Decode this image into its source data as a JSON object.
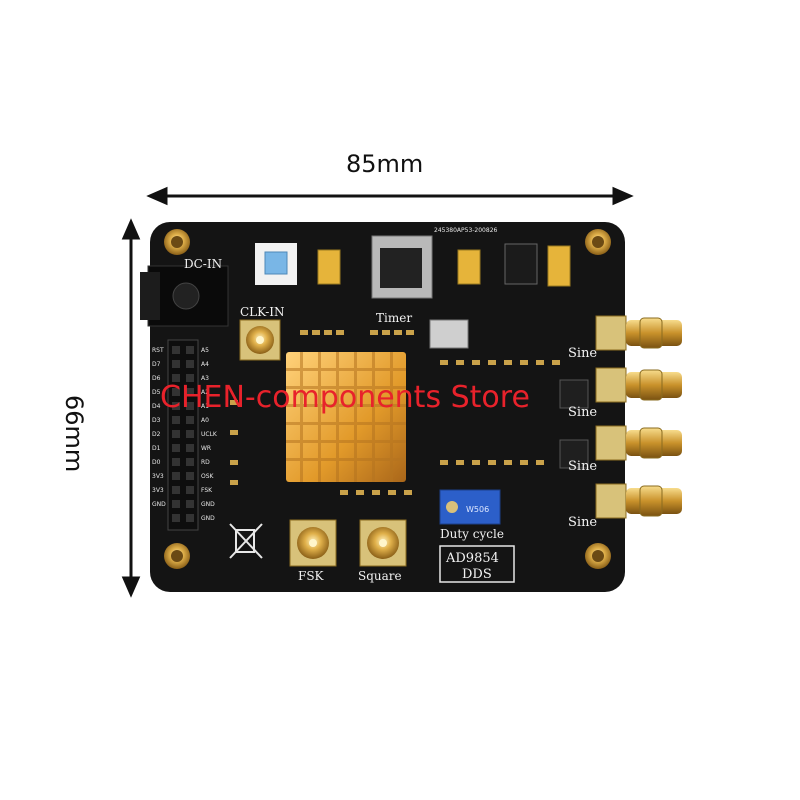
{
  "dimensions": {
    "width": "85mm",
    "height": "66mm"
  },
  "board": {
    "labels": {
      "dc_in": "DC-IN",
      "clk_in": "CLK-IN",
      "timer": "Timer",
      "fsk": "FSK",
      "square": "Square",
      "duty_cycle": "Duty cycle",
      "chip": "AD9854",
      "dds": "DDS",
      "sine": "Sine"
    },
    "header_left_labels": [
      "RST",
      "D7",
      "D6",
      "D5",
      "D4",
      "D3",
      "D2",
      "D1",
      "D0",
      "3V3",
      "3V3",
      "GND"
    ],
    "header_right_labels": [
      "A5",
      "A4",
      "A3",
      "A2",
      "A1",
      "A0",
      "UCLK",
      "WR",
      "RD",
      "OSK",
      "FSK",
      "GND",
      "GND"
    ],
    "pot_label": "W506",
    "top_code": "245380AP53-200826",
    "colors": {
      "pcb": "#141414",
      "gold": "#d9a845",
      "heatsink": "#e2a233",
      "button": "#79b6e6"
    }
  },
  "watermark": "CHEN-components Store"
}
